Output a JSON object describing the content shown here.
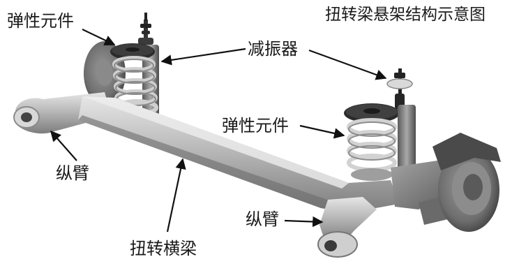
{
  "title": "扭转梁悬架结构示意图",
  "labels": {
    "spring_left": "弹性元件",
    "shock_absorber": "减振器",
    "spring_right": "弹性元件",
    "trailing_arm_left": "纵臂",
    "torsion_beam": "扭转横梁",
    "trailing_arm_right": "纵臂"
  }
}
